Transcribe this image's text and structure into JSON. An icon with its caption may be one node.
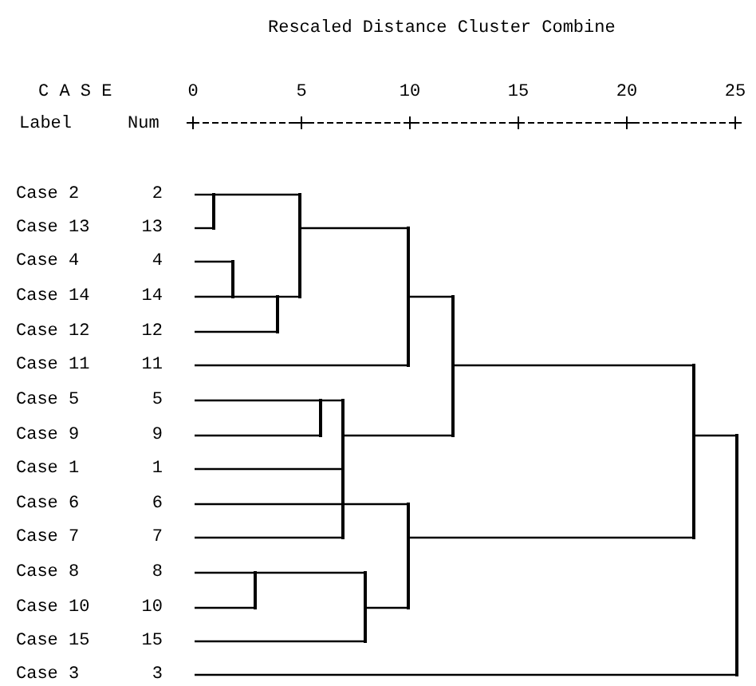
{
  "diagram": {
    "title": "Rescaled Distance Cluster Combine",
    "nodes": [
      {
        "text": [
          "Case 2",
          "2"
        ]
      },
      {
        "text": [
          "Case 13",
          "13"
        ]
      },
      {
        "text": [
          "Case 4",
          "4"
        ]
      },
      {
        "text": [
          "Case 14",
          "14"
        ]
      },
      {
        "text": [
          "Case 12",
          "12"
        ]
      },
      {
        "text": [
          "Case 11",
          "11"
        ]
      },
      {
        "text": [
          "Case 5",
          "5"
        ]
      },
      {
        "text": [
          "Case 9",
          "9"
        ]
      },
      {
        "text": [
          "Case 1",
          "1"
        ]
      },
      {
        "text": [
          "Case 6",
          "6"
        ]
      },
      {
        "text": [
          "Case 7",
          "7"
        ]
      },
      {
        "text": [
          "Case 8",
          "8"
        ]
      },
      {
        "text": [
          "Case 10",
          "10"
        ]
      },
      {
        "text": [
          "Case 15",
          "15"
        ]
      },
      {
        "text": [
          "Case 3",
          "3"
        ]
      },
      {
        "text": [],
        "shape": "bar"
      },
      {
        "text": [],
        "shape": "bar"
      },
      {
        "text": [],
        "shape": "bar"
      },
      {
        "text": [],
        "shape": "bar"
      },
      {
        "text": [],
        "shape": "bar"
      },
      {
        "text": [],
        "shape": "bar"
      },
      {
        "text": [],
        "shape": "bar"
      },
      {
        "text": [],
        "shape": "bar"
      },
      {
        "text": [],
        "shape": "bar"
      },
      {
        "text": [],
        "shape": "bar"
      },
      {
        "text": [],
        "shape": "bar"
      },
      {
        "text": [],
        "shape": "bar"
      },
      {
        "text": [],
        "shape": "bar"
      }
    ],
    "edges": [
      {
        "from": 0,
        "to": 15,
        "arrow": "none"
      },
      {
        "from": 1,
        "to": 15,
        "arrow": "none"
      },
      {
        "from": 2,
        "to": 16,
        "arrow": "none"
      },
      {
        "from": 3,
        "to": 16,
        "arrow": "none"
      },
      {
        "from": 16,
        "to": 17,
        "arrow": "none"
      },
      {
        "from": 4,
        "to": 17,
        "arrow": "none"
      },
      {
        "from": 15,
        "to": 18,
        "arrow": "none"
      },
      {
        "from": 17,
        "to": 18,
        "arrow": "none"
      },
      {
        "from": 18,
        "to": 19,
        "arrow": "none"
      },
      {
        "from": 5,
        "to": 19,
        "arrow": "none"
      },
      {
        "from": 6,
        "to": 20,
        "arrow": "none"
      },
      {
        "from": 7,
        "to": 20,
        "arrow": "none"
      },
      {
        "from": 20,
        "to": 21,
        "arrow": "none"
      },
      {
        "from": 8,
        "to": 21,
        "arrow": "none"
      },
      {
        "from": 10,
        "to": 21,
        "arrow": "none"
      },
      {
        "from": 11,
        "to": 22,
        "arrow": "none"
      },
      {
        "from": 12,
        "to": 22,
        "arrow": "none"
      },
      {
        "from": 22,
        "to": 23,
        "arrow": "none"
      },
      {
        "from": 13,
        "to": 23,
        "arrow": "none"
      },
      {
        "from": 9,
        "to": 24,
        "arrow": "none"
      },
      {
        "from": 23,
        "to": 24,
        "arrow": "none"
      },
      {
        "from": 19,
        "to": 25,
        "arrow": "none"
      },
      {
        "from": 21,
        "to": 25,
        "arrow": "none"
      },
      {
        "from": 25,
        "to": 26,
        "arrow": "none"
      },
      {
        "from": 24,
        "to": 26,
        "arrow": "none"
      },
      {
        "from": 26,
        "to": 27,
        "arrow": "none"
      },
      {
        "from": 14,
        "to": 27,
        "arrow": "none"
      }
    ],
    "labels": [
      "C A S E",
      "0",
      "5",
      "10",
      "15",
      "20",
      "25",
      "Label",
      "Num"
    ]
  }
}
